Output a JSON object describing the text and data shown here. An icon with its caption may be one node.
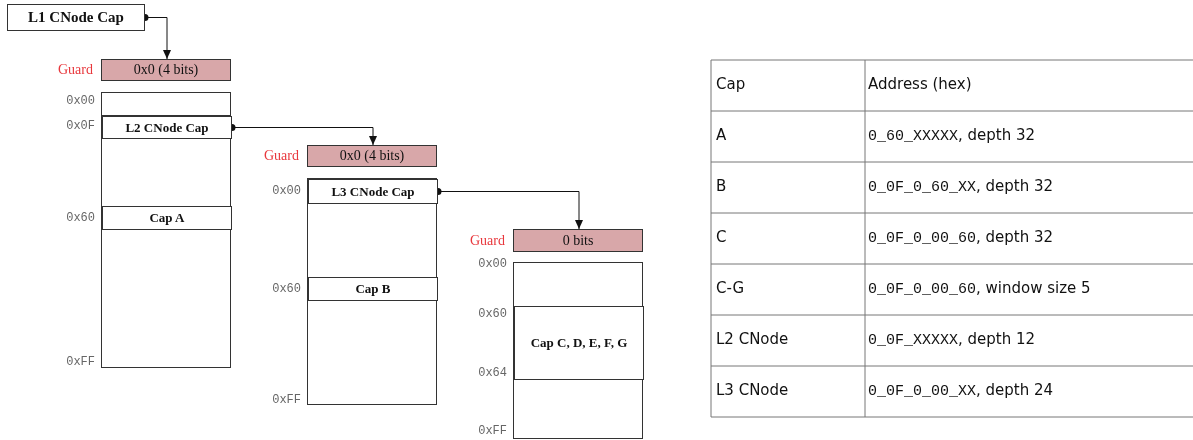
{
  "diagram": {
    "nodes": [
      {
        "text": [
          "L1 CNode Cap"
        ]
      },
      {
        "text": [
          "0x0 (4 bits)"
        ],
        "beside": [
          "Guard"
        ]
      },
      {
        "text": [],
        "shape": "box"
      },
      {
        "text": [
          "L2 CNode Cap"
        ],
        "in": 2
      },
      {
        "text": [
          "Cap A"
        ],
        "in": 2
      },
      {
        "text": [
          "0x0 (4 bits)"
        ],
        "beside": [
          "Guard"
        ]
      },
      {
        "text": [],
        "shape": "box"
      },
      {
        "text": [
          "L3 CNode Cap"
        ],
        "in": 6
      },
      {
        "text": [
          "Cap B"
        ],
        "in": 6
      },
      {
        "text": [
          "0 bits"
        ],
        "beside": [
          "Guard"
        ]
      },
      {
        "text": [],
        "shape": "box"
      },
      {
        "text": [
          "Cap C, D, E, F, G"
        ],
        "in": 10
      }
    ],
    "edges": [
      {
        "from": 0,
        "to": 1,
        "arrow": "to"
      },
      {
        "from": 3,
        "to": 5,
        "arrow": "to"
      },
      {
        "from": 7,
        "to": 9,
        "arrow": "to"
      }
    ],
    "labels": [
      "0x00",
      "0x0F",
      "0x60",
      "0xFF",
      "0x00",
      "0x60",
      "0xFF",
      "0x00",
      "0x60",
      "0x64",
      "0xFF",
      "Cap",
      "Address (hex)",
      "A",
      "0_60_XXXXX, depth 32",
      "B",
      "0_0F_0_60_XX, depth 32",
      "C",
      "0_0F_0_00_60, depth 32",
      "C-G",
      "0_0F_0_00_60, window size 5",
      "L2 CNode",
      "0_0F_XXXXX, depth 12",
      "L3 CNode",
      "0_0F_0_00_XX, depth 24"
    ]
  }
}
